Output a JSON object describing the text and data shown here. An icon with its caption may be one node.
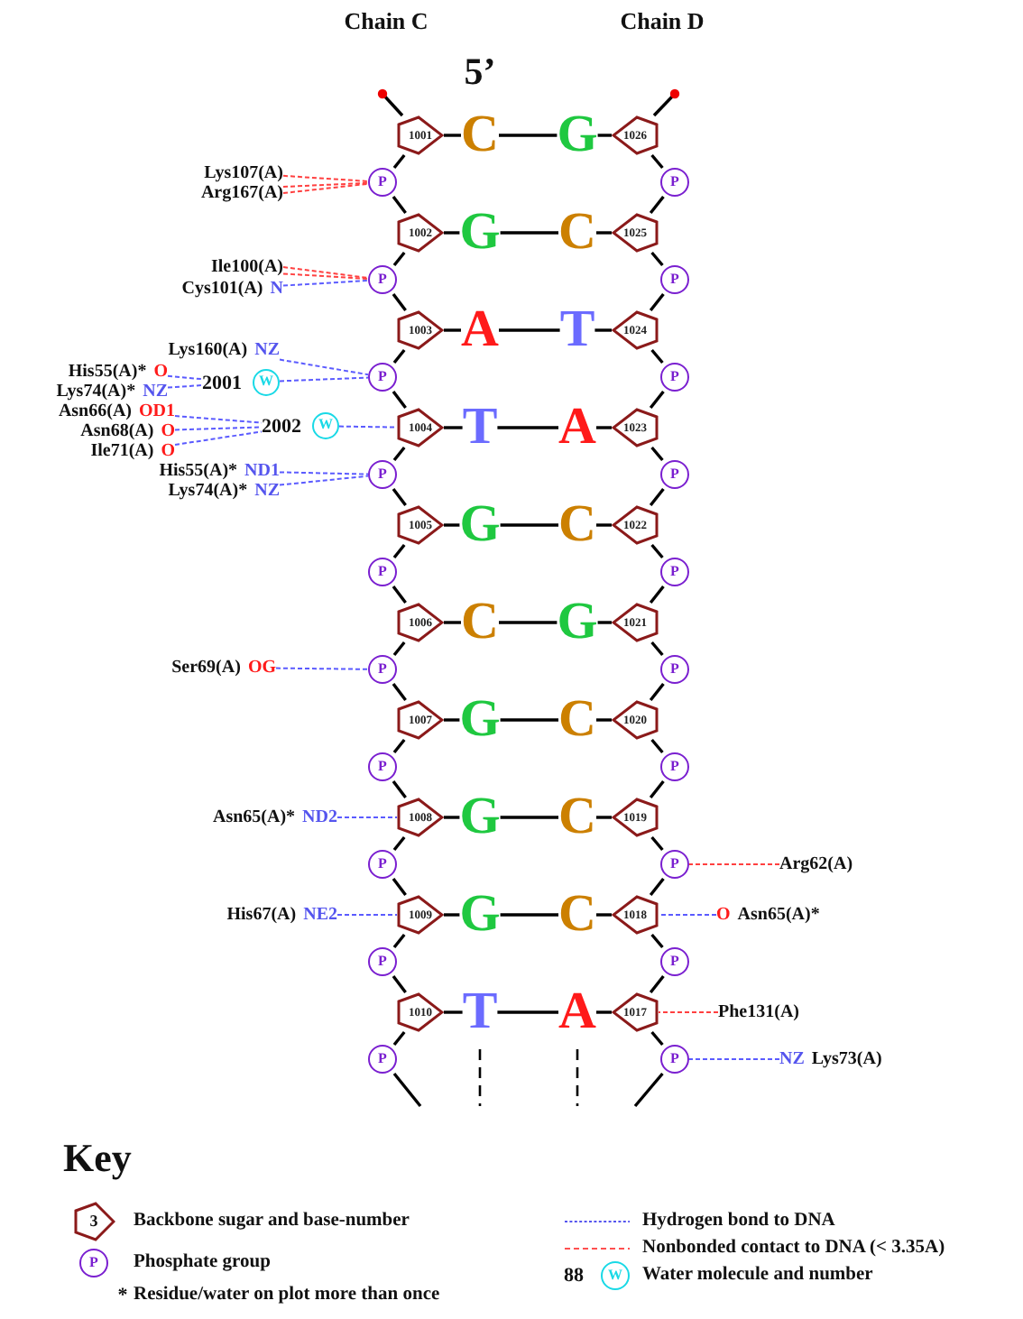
{
  "diagram": {
    "nodes": [
      {
        "text": [
          "1001"
        ]
      },
      {
        "text": [
          "C"
        ]
      },
      {
        "text": [
          "G"
        ]
      },
      {
        "text": [
          "1026"
        ]
      },
      {
        "text": [
          "1002"
        ]
      },
      {
        "text": [
          "G"
        ]
      },
      {
        "text": [
          "C"
        ]
      },
      {
        "text": [
          "1025"
        ]
      },
      {
        "text": [
          "1003"
        ]
      },
      {
        "text": [
          "A"
        ]
      },
      {
        "text": [
          "T"
        ]
      },
      {
        "text": [
          "1024"
        ]
      },
      {
        "text": [
          "1004"
        ]
      },
      {
        "text": [
          "T"
        ]
      },
      {
        "text": [
          "A"
        ]
      },
      {
        "text": [
          "1023"
        ]
      },
      {
        "text": [
          "1005"
        ]
      },
      {
        "text": [
          "G"
        ]
      },
      {
        "text": [
          "C"
        ]
      },
      {
        "text": [
          "1022"
        ]
      },
      {
        "text": [
          "1006"
        ]
      },
      {
        "text": [
          "C"
        ]
      },
      {
        "text": [
          "G"
        ]
      },
      {
        "text": [
          "1021"
        ]
      },
      {
        "text": [
          "1007"
        ]
      },
      {
        "text": [
          "G"
        ]
      },
      {
        "text": [
          "C"
        ]
      },
      {
        "text": [
          "1020"
        ]
      },
      {
        "text": [
          "1008"
        ]
      },
      {
        "text": [
          "G"
        ]
      },
      {
        "text": [
          "C"
        ]
      },
      {
        "text": [
          "1019"
        ]
      },
      {
        "text": [
          "1009"
        ]
      },
      {
        "text": [
          "G"
        ]
      },
      {
        "text": [
          "C"
        ]
      },
      {
        "text": [
          "1018"
        ]
      },
      {
        "text": [
          "1010"
        ]
      },
      {
        "text": [
          "T"
        ]
      },
      {
        "text": [
          "A"
        ]
      },
      {
        "text": [
          "1017"
        ]
      },
      {
        "text": [
          "P"
        ]
      },
      {
        "text": [
          "P"
        ]
      },
      {
        "text": [
          "P"
        ]
      },
      {
        "text": [
          "P"
        ]
      },
      {
        "text": [
          "P"
        ]
      },
      {
        "text": [
          "P"
        ]
      },
      {
        "text": [
          "P"
        ]
      },
      {
        "text": [
          "P"
        ]
      },
      {
        "text": [
          "P"
        ]
      },
      {
        "text": [
          "P"
        ]
      },
      {
        "text": [
          "P"
        ]
      },
      {
        "text": [
          "P"
        ]
      },
      {
        "text": [
          "P"
        ]
      },
      {
        "text": [
          "P"
        ]
      },
      {
        "text": [
          "P"
        ]
      },
      {
        "text": [
          "P"
        ]
      },
      {
        "text": [
          "P"
        ]
      },
      {
        "text": [
          "P"
        ]
      },
      {
        "text": [
          "P"
        ]
      },
      {
        "text": [
          "P"
        ]
      },
      {
        "text": [
          "2001",
          "W"
        ]
      },
      {
        "text": [
          "2002",
          "W"
        ]
      },
      {
        "text": [
          "Lys107(A)"
        ]
      },
      {
        "text": [
          "Arg167(A)"
        ]
      },
      {
        "text": [
          "Ile100(A)"
        ]
      },
      {
        "text": [
          "Cys101(A)",
          "N"
        ]
      },
      {
        "text": [
          "Lys160(A)",
          "NZ"
        ]
      },
      {
        "text": [
          "His55(A)*",
          "O"
        ]
      },
      {
        "text": [
          "Lys74(A)*",
          "NZ"
        ]
      },
      {
        "text": [
          "Asn66(A)",
          "OD1"
        ]
      },
      {
        "text": [
          "Asn68(A)",
          "O"
        ]
      },
      {
        "text": [
          "Ile71(A)",
          "O"
        ]
      },
      {
        "text": [
          "His55(A)*",
          "ND1"
        ]
      },
      {
        "text": [
          "Lys74(A)*",
          "NZ"
        ]
      },
      {
        "text": [
          "Ser69(A)",
          "OG"
        ]
      },
      {
        "text": [
          "Asn65(A)*",
          "ND2"
        ]
      },
      {
        "text": [
          "His67(A)",
          "NE2"
        ]
      },
      {
        "text": [
          "Arg62(A)"
        ]
      },
      {
        "text": [
          "O",
          "Asn65(A)*"
        ]
      },
      {
        "text": [
          "Phe131(A)"
        ]
      },
      {
        "text": [
          "NZ",
          "Lys73(A)"
        ]
      }
    ],
    "edges": [
      {
        "from": null,
        "to": 0,
        "arrow": "other"
      },
      {
        "from": 0,
        "to": 40,
        "arrow": "none"
      },
      {
        "from": 40,
        "to": 4,
        "arrow": "none"
      },
      {
        "from": 4,
        "to": 41,
        "arrow": "none"
      },
      {
        "from": 41,
        "to": 8,
        "arrow": "none"
      },
      {
        "from": 8,
        "to": 42,
        "arrow": "none"
      },
      {
        "from": 42,
        "to": 12,
        "arrow": "none"
      },
      {
        "from": 12,
        "to": 43,
        "arrow": "none"
      },
      {
        "from": 43,
        "to": 16,
        "arrow": "none"
      },
      {
        "from": 16,
        "to": 44,
        "arrow": "none"
      },
      {
        "from": 44,
        "to": 20,
        "arrow": "none"
      },
      {
        "from": 20,
        "to": 45,
        "arrow": "none"
      },
      {
        "from": 45,
        "to": 24,
        "arrow": "none"
      },
      {
        "from": 24,
        "to": 46,
        "arrow": "none"
      },
      {
        "from": 46,
        "to": 28,
        "arrow": "none"
      },
      {
        "from": 28,
        "to": 47,
        "arrow": "none"
      },
      {
        "from": 47,
        "to": 32,
        "arrow": "none"
      },
      {
        "from": 32,
        "to": 48,
        "arrow": "none"
      },
      {
        "from": 48,
        "to": 36,
        "arrow": "none"
      },
      {
        "from": 36,
        "to": 49,
        "arrow": "none"
      },
      {
        "from": 49,
        "to": null,
        "arrow": "none"
      },
      {
        "from": null,
        "to": 3,
        "arrow": "other"
      },
      {
        "from": 3,
        "to": 50,
        "arrow": "none"
      },
      {
        "from": 50,
        "to": 7,
        "arrow": "none"
      },
      {
        "from": 7,
        "to": 51,
        "arrow": "none"
      },
      {
        "from": 51,
        "to": 11,
        "arrow": "none"
      },
      {
        "from": 11,
        "to": 52,
        "arrow": "none"
      },
      {
        "from": 52,
        "to": 15,
        "arrow": "none"
      },
      {
        "from": 15,
        "to": 53,
        "arrow": "none"
      },
      {
        "from": 53,
        "to": 19,
        "arrow": "none"
      },
      {
        "from": 19,
        "to": 54,
        "arrow": "none"
      },
      {
        "from": 54,
        "to": 23,
        "arrow": "none"
      },
      {
        "from": 23,
        "to": 55,
        "arrow": "none"
      },
      {
        "from": 55,
        "to": 27,
        "arrow": "none"
      },
      {
        "from": 27,
        "to": 56,
        "arrow": "none"
      },
      {
        "from": 56,
        "to": 31,
        "arrow": "none"
      },
      {
        "from": 31,
        "to": 57,
        "arrow": "none"
      },
      {
        "from": 57,
        "to": 35,
        "arrow": "none"
      },
      {
        "from": 35,
        "to": 58,
        "arrow": "none"
      },
      {
        "from": 58,
        "to": 39,
        "arrow": "none"
      },
      {
        "from": 39,
        "to": 59,
        "arrow": "none"
      },
      {
        "from": 59,
        "to": null,
        "arrow": "none"
      },
      {
        "from": 0,
        "to": 1,
        "arrow": "none"
      },
      {
        "from": 3,
        "to": 2,
        "arrow": "none"
      },
      {
        "from": 4,
        "to": 5,
        "arrow": "none"
      },
      {
        "from": 7,
        "to": 6,
        "arrow": "none"
      },
      {
        "from": 8,
        "to": 9,
        "arrow": "none"
      },
      {
        "from": 11,
        "to": 10,
        "arrow": "none"
      },
      {
        "from": 12,
        "to": 13,
        "arrow": "none"
      },
      {
        "from": 15,
        "to": 14,
        "arrow": "none"
      },
      {
        "from": 16,
        "to": 17,
        "arrow": "none"
      },
      {
        "from": 19,
        "to": 18,
        "arrow": "none"
      },
      {
        "from": 20,
        "to": 21,
        "arrow": "none"
      },
      {
        "from": 23,
        "to": 22,
        "arrow": "none"
      },
      {
        "from": 24,
        "to": 25,
        "arrow": "none"
      },
      {
        "from": 27,
        "to": 26,
        "arrow": "none"
      },
      {
        "from": 28,
        "to": 29,
        "arrow": "none"
      },
      {
        "from": 31,
        "to": 30,
        "arrow": "none"
      },
      {
        "from": 32,
        "to": 33,
        "arrow": "none"
      },
      {
        "from": 35,
        "to": 34,
        "arrow": "none"
      },
      {
        "from": 36,
        "to": 37,
        "arrow": "none"
      },
      {
        "from": 39,
        "to": 38,
        "arrow": "none"
      },
      {
        "from": 1,
        "to": 2,
        "arrow": "none"
      },
      {
        "from": 5,
        "to": 6,
        "arrow": "none"
      },
      {
        "from": 9,
        "to": 10,
        "arrow": "none"
      },
      {
        "from": 13,
        "to": 14,
        "arrow": "none"
      },
      {
        "from": 17,
        "to": 18,
        "arrow": "none"
      },
      {
        "from": 21,
        "to": 22,
        "arrow": "none"
      },
      {
        "from": 25,
        "to": 26,
        "arrow": "none"
      },
      {
        "from": 29,
        "to": 30,
        "arrow": "none"
      },
      {
        "from": 33,
        "to": 34,
        "arrow": "none"
      },
      {
        "from": 37,
        "to": 38,
        "arrow": "none"
      },
      {
        "from": 37,
        "to": null,
        "arrow": "none",
        "style": "dashed"
      },
      {
        "from": 38,
        "to": null,
        "arrow": "none",
        "style": "dashed"
      },
      {
        "from": 62,
        "to": 40,
        "arrow": "none",
        "style": "dashed",
        "color": "#ff4040"
      },
      {
        "from": 63,
        "to": 40,
        "arrow": "none",
        "style": "dashed",
        "color": "#ff4040"
      },
      {
        "from": 63,
        "to": 40,
        "arrow": "none",
        "style": "dashed",
        "color": "#ff4040"
      },
      {
        "from": 64,
        "to": 41,
        "arrow": "none",
        "style": "dashed",
        "color": "#ff4040"
      },
      {
        "from": 64,
        "to": 41,
        "arrow": "none",
        "style": "dashed",
        "color": "#ff4040"
      },
      {
        "from": 65,
        "to": 41,
        "arrow": "none",
        "style": "dashed",
        "color": "#5b5bff"
      },
      {
        "from": 66,
        "to": 42,
        "arrow": "none",
        "style": "dashed",
        "color": "#5b5bff"
      },
      {
        "from": 60,
        "to": 42,
        "arrow": "none",
        "style": "dashed",
        "color": "#5b5bff"
      },
      {
        "from": 67,
        "to": 60,
        "arrow": "none",
        "style": "dashed",
        "color": "#5b5bff"
      },
      {
        "from": 68,
        "to": 60,
        "arrow": "none",
        "style": "dashed",
        "color": "#5b5bff"
      },
      {
        "from": 69,
        "to": 61,
        "arrow": "none",
        "style": "dashed",
        "color": "#5b5bff"
      },
      {
        "from": 70,
        "to": 61,
        "arrow": "none",
        "style": "dashed",
        "color": "#5b5bff"
      },
      {
        "from": 71,
        "to": 61,
        "arrow": "none",
        "style": "dashed",
        "color": "#5b5bff"
      },
      {
        "from": 61,
        "to": 12,
        "arrow": "none",
        "style": "dashed",
        "color": "#5b5bff"
      },
      {
        "from": 72,
        "to": 43,
        "arrow": "none",
        "style": "dashed",
        "color": "#5b5bff"
      },
      {
        "from": 73,
        "to": 43,
        "arrow": "none",
        "style": "dashed",
        "color": "#5b5bff"
      },
      {
        "from": 74,
        "to": 45,
        "arrow": "none",
        "style": "dashed",
        "color": "#5b5bff"
      },
      {
        "from": 75,
        "to": 28,
        "arrow": "none",
        "style": "dashed",
        "color": "#5b5bff"
      },
      {
        "from": 76,
        "to": 32,
        "arrow": "none",
        "style": "dashed",
        "color": "#5b5bff"
      },
      {
        "from": 77,
        "to": 57,
        "arrow": "none",
        "style": "dashed",
        "color": "#ff4040"
      },
      {
        "from": 78,
        "to": 35,
        "arrow": "none",
        "style": "dashed",
        "color": "#5b5bff"
      },
      {
        "from": 79,
        "to": 39,
        "arrow": "none",
        "style": "dashed",
        "color": "#ff4040"
      },
      {
        "from": 80,
        "to": 59,
        "arrow": "none",
        "style": "dashed",
        "color": "#5b5bff"
      }
    ],
    "labels": [
      "Chain C",
      "Chain D",
      "5’",
      "Key",
      "3",
      "P",
      "*",
      "88",
      "W"
    ],
    "legend": [
      {
        "text": "Backbone sugar and base-number"
      },
      {
        "text": "Phosphate group"
      },
      {
        "text": "Residue/water on plot more than once"
      },
      {
        "text": "Hydrogen bond to DNA"
      },
      {
        "text": "Nonbonded contact to DNA (< 3.35A)"
      },
      {
        "text": "Water molecule and number"
      }
    ]
  }
}
